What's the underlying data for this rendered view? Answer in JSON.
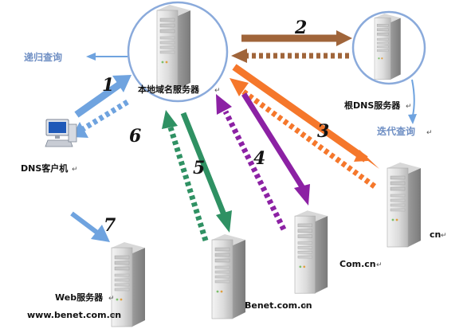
{
  "labels": {
    "local_server": "本地域名服务器",
    "root_server": "根DNS服务器",
    "recursive_query": "递归查询",
    "iterative_query": "迭代查询",
    "dns_client": "DNS客户机",
    "web_server": "Web服务器",
    "web_domain": "www.benet.com.cn",
    "cn_server": "cn",
    "com_cn_server": "Com.cn",
    "benet_server": "Benet.com.cn",
    "para_mark": "↵"
  },
  "steps": {
    "s1": "1",
    "s2": "2",
    "s3": "3",
    "s4": "4",
    "s5": "5",
    "s6": "6",
    "s7": "7"
  },
  "colors": {
    "brown": "#a0653a",
    "orange": "#f5772b",
    "purple": "#8c21a4",
    "green": "#2f9163",
    "blue": "#6fa3df",
    "blue_text": "#6f8fc4",
    "circle": "#8aaadb"
  }
}
